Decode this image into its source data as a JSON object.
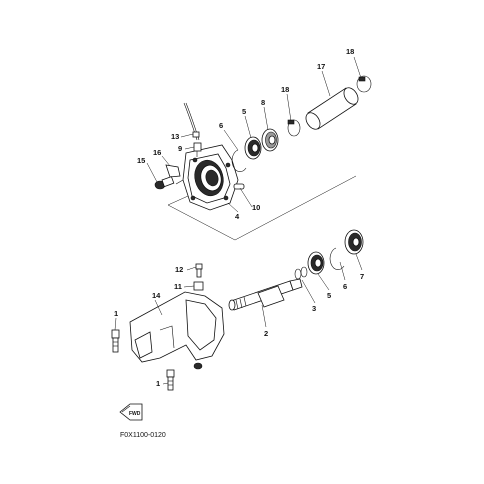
{
  "diagram": {
    "figure_code": "F0X1100-0120",
    "fwd_label": "FWD",
    "callouts": {
      "c1a": "1",
      "c1b": "1",
      "c2": "2",
      "c3": "3",
      "c4": "4",
      "c5a": "5",
      "c5b": "5",
      "c6a": "6",
      "c6b": "6",
      "c7": "7",
      "c8": "8",
      "c9": "9",
      "c10": "10",
      "c11": "11",
      "c12": "12",
      "c13": "13",
      "c14": "14",
      "c15": "15",
      "c16": "16",
      "c17": "17",
      "c18a": "18",
      "c18b": "18"
    }
  }
}
